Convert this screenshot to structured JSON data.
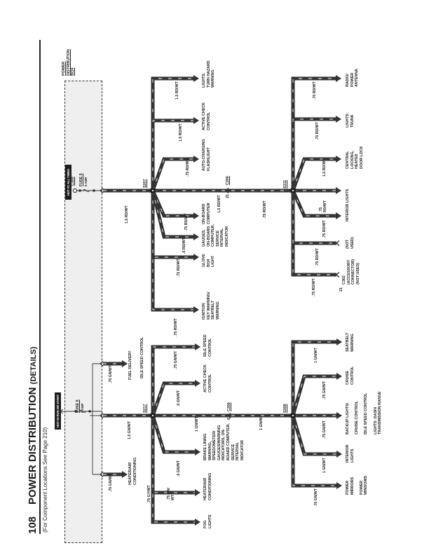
{
  "header": {
    "page_number": "108",
    "title": "POWER DISTRIBUTION",
    "title_suffix": "(DETAILS)",
    "subtitle": "(For Component Locations See Page 210)"
  },
  "box": {
    "label": "POWER\nDISTRIBUTION\nBOX",
    "hot_run_start": "HOT IN RUN OR START",
    "hot_all_times": "HOT AT ALL TIMES",
    "connector_c100": "C100",
    "fuse5": "FUSE 5",
    "fuse5_rating": "8 AMP",
    "fuse6": "FUSE 6",
    "fuse6_rating": "8 AMP"
  },
  "left_feed": {
    "fuel_wire": ".75 GN/WT",
    "fuel_label": "FUEL DELIVERY",
    "idle_label": "IDLE SPEED CONTROL",
    "heater_wire": ".75 GN/WT",
    "heater_label": "HEATER/AIR\nCONDITIONING",
    "main_wire": "1.5 GN/WT"
  },
  "s217": {
    "splice": "S217",
    "branches": [
      {
        "wire": ".75 GN/WT",
        "label": "IDLE SPEED\nCONTROL"
      },
      {
        "wire": ".5 GN/WT",
        "label": "ACTIVE CHECK\nCONTROL"
      },
      {
        "wire": "1 GN/WT",
        "label": "BRAKE LINING\nWARNING,\nSPEEDOMETER/\nGAUGES/WARNING\nINDICATORS, ON-\nBOARD COMPUTER,\nSERVICE\nINTERVAL\nINDICATOR"
      },
      {
        "wire": ".5 GN/WT",
        "label": ""
      },
      {
        "wire": ".75 GN/\nWT",
        "label": "HEATER/AIR\nCONDITIONING"
      },
      {
        "wire": ".75 GY/WT",
        "label": "FOG\nLIGHTS"
      }
    ],
    "connector": "C206",
    "connector_pin": "6",
    "trunk_wire": "1 GN/WT"
  },
  "s308": {
    "splice": "S308",
    "branches": [
      {
        "wire": "1 GN/WT",
        "label": "SEATBELT\nWARNING"
      },
      {
        "wire": ".75 GN/WT",
        "label": "CRUISE\nCONTROL"
      },
      {
        "wire": ".75 GN/WT",
        "label": "BACKUP LIGHTS/\n\nCRUISE CONTROL\n\nIDLE SPEED CONTROL\n\nLIGHTS: DASH/\nTRANSMISSION RANGE"
      },
      {
        "wire": "1 GN/WT",
        "label": "INTERIOR\nLIGHTS"
      },
      {
        "wire": ".75 GN/WT",
        "label": "POWER\nMIRRORS\n\nPOWER\nWINDOWS"
      }
    ]
  },
  "s207": {
    "splice": "S207",
    "feed_wire": "1.5 RD/WT",
    "branches": [
      {
        "wire": "1.5 RD/WT",
        "label": "LIGHTS:\nTURN HAZARD\nWARNING"
      },
      {
        "wire": "1.5 RD/WT",
        "label": "ACTIVE CHECK\nCONTROL"
      },
      {
        "wire": ".75 RD/WT",
        "label": "AUTO-CHARGING\nFLASHLIGHT"
      },
      {
        "wire": ".75 RD/WT",
        "label": "ON-BOARD\nCOMPUTER"
      },
      {
        "wire": ".5 RD/WT",
        "label": "GAUGES,\nON-BOARD\nCOMPUTER,\nSERVICE\nINTERVAL\nINDICATOR"
      },
      {
        "wire": ".75 RD/WT",
        "label": "GLOVE\nBOX\nLIGHT"
      },
      {
        "wire": ".75 RD/WT",
        "label": "IGNITION\nKEY WARNING/\nSEATBELT\nWARNING"
      }
    ],
    "trunk_wire": "1.5 RD/WT",
    "connector": "C206",
    "connector_pin": "21"
  },
  "s311": {
    "splice": "S311",
    "feed_wire": ".75 RD/WT",
    "branches": [
      {
        "wire": ".75 RD/WT",
        "label": "RADIO/\nPOWER\nANTENNA"
      },
      {
        "wire": ".75 RD/WT",
        "label": "LIGHTS:\nTRUNK"
      },
      {
        "wire": "1.5 RD/WT",
        "label": "CENTRAL\nLOCKING,\nHEATED\nDOOR LOCK"
      },
      {
        "wire": "",
        "label": "INTERIOR LIGHTS"
      },
      {
        "wire": ".75\nRD/WT",
        "label": ""
      },
      {
        "wire": ".75 RD/WT",
        "label": "(NOT\nUSED)"
      },
      {
        "wire": ".75 RD/WT",
        "label": "C302\n(ACCESSORY\nCONNECTOR)\n(NOT USED)"
      }
    ],
    "extra_wire": ".75 RD/WT",
    "c302_pin": "21"
  },
  "colors": {
    "wire": "#333333",
    "stripe": "#ffffff",
    "box_fill": "#efefef",
    "tag": "#1e1e1e"
  }
}
